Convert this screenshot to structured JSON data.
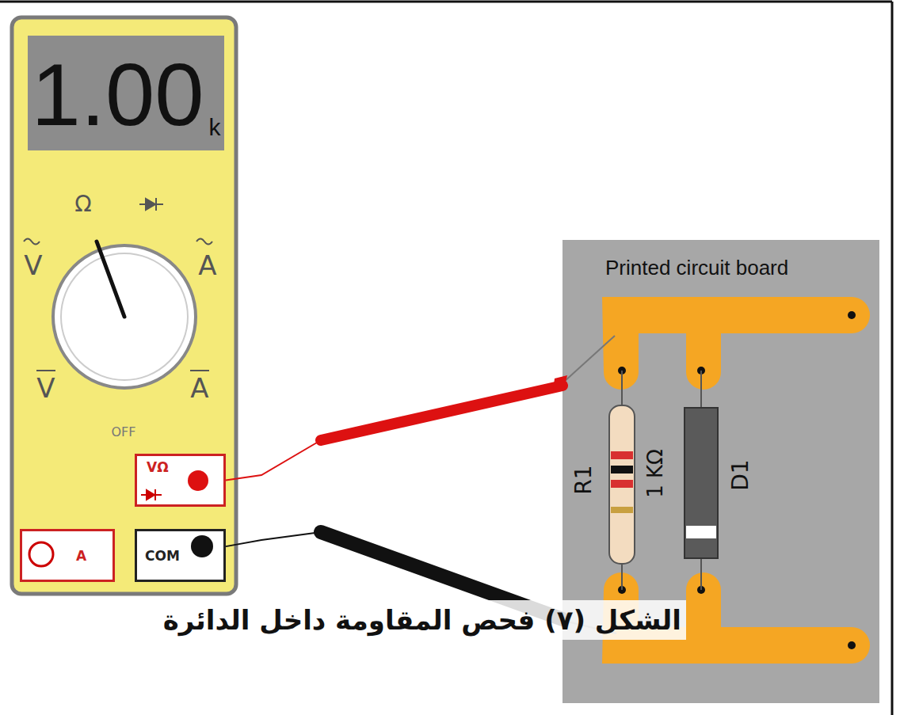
{
  "diagram": {
    "caption": "الشكل (٧) فحص المقاومة داخل الدائرة",
    "nodes": [
      {
        "text": [
          "1.00",
          "k"
        ]
      },
      {
        "text": [
          "VΩ"
        ]
      },
      {
        "text": [
          "A"
        ]
      },
      {
        "text": [
          "COM"
        ]
      },
      {
        "text": [
          "Printed circuit board"
        ]
      }
    ],
    "edges": [
      {
        "from": 1,
        "to": 4,
        "arrow": "none"
      },
      {
        "from": 3,
        "to": 4,
        "arrow": "none"
      }
    ],
    "labels": [
      "Ω",
      "V",
      "A",
      "V",
      "A",
      "OFF",
      "R1",
      "1 KΩ",
      "D1"
    ]
  }
}
